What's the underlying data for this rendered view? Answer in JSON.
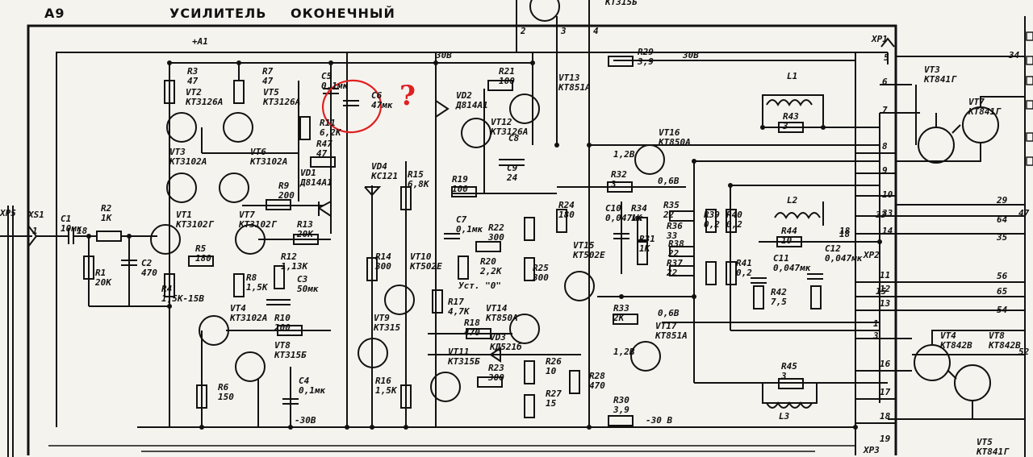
{
  "title": {
    "block": "А9",
    "name": "УСИЛИТЕЛЬ",
    "name2": "ОКОНЕЧНЫЙ",
    "ref": "+А1"
  },
  "connectors": {
    "xs1": "XS1",
    "xp1": "XP1",
    "xp2": "XP2",
    "xp3": "XP3",
    "xp5": "XP5"
  },
  "components": [
    {
      "id": "r3",
      "label": "R3",
      "value": "47"
    },
    {
      "id": "r7",
      "label": "R7",
      "value": "47"
    },
    {
      "id": "vt2",
      "label": "VT2",
      "value": "КТ3126А"
    },
    {
      "id": "vt5",
      "label": "VT5",
      "value": "КТ3126А"
    },
    {
      "id": "vt3",
      "label": "VT3",
      "value": "КТ3102А"
    },
    {
      "id": "vt6",
      "label": "VT6",
      "value": "КТ3102А"
    },
    {
      "id": "vt1",
      "label": "VT1",
      "value": "КТ3102Г"
    },
    {
      "id": "vt7",
      "label": "VT7",
      "value": "КТ3102Г"
    },
    {
      "id": "r9",
      "label": "R9",
      "value": "200"
    },
    {
      "id": "r13",
      "label": "R13",
      "value": "20К"
    },
    {
      "id": "r5",
      "label": "R5",
      "value": "180"
    },
    {
      "id": "r4",
      "label": "R4",
      "value": "1,5К-15В"
    },
    {
      "id": "r8",
      "label": "R8",
      "value": "1,5К"
    },
    {
      "id": "r12",
      "label": "R12",
      "value": "1,13К"
    },
    {
      "id": "c3",
      "label": "C3",
      "value": "50мк"
    },
    {
      "id": "c1",
      "label": "C1",
      "value": "10мк"
    },
    {
      "id": "r2",
      "label": "R2",
      "value": "1К"
    },
    {
      "id": "r1",
      "label": "R1",
      "value": "20К"
    },
    {
      "id": "c2",
      "label": "C2",
      "value": "470"
    },
    {
      "id": "vt4",
      "label": "VT4",
      "value": "КТ3102А"
    },
    {
      "id": "r10",
      "label": "R10",
      "value": "200"
    },
    {
      "id": "vt8",
      "label": "VT8",
      "value": "КТ315Б"
    },
    {
      "id": "r6",
      "label": "R6",
      "value": "150"
    },
    {
      "id": "c4",
      "label": "C4",
      "value": "0,1мк"
    },
    {
      "id": "c5",
      "label": "C5",
      "value": "0,1мк"
    },
    {
      "id": "c6",
      "label": "C6",
      "value": "47мк"
    },
    {
      "id": "r11",
      "label": "R11",
      "value": "6,2К"
    },
    {
      "id": "r47",
      "label": "R47",
      "value": "47"
    },
    {
      "id": "vd1",
      "label": "VD1",
      "value": "Д814А1"
    },
    {
      "id": "vd4",
      "label": "VD4",
      "value": "КС121"
    },
    {
      "id": "r15",
      "label": "R15",
      "value": "6,8К"
    },
    {
      "id": "vd2",
      "label": "VD2",
      "value": "Д814А1"
    },
    {
      "id": "r21",
      "label": "R21",
      "value": "100"
    },
    {
      "id": "vt12",
      "label": "VT12",
      "value": "КТ3126А"
    },
    {
      "id": "vt13",
      "label": "VT13",
      "value": "КТ851А"
    },
    {
      "id": "c8",
      "label": "C8",
      "value": ""
    },
    {
      "id": "c9",
      "label": "C9",
      "value": "24"
    },
    {
      "id": "r19",
      "label": "R19",
      "value": "100"
    },
    {
      "id": "r14",
      "label": "R14",
      "value": "300"
    },
    {
      "id": "vt10",
      "label": "VT10",
      "value": "КТ502Е"
    },
    {
      "id": "c7",
      "label": "C7",
      "value": "0,1мк"
    },
    {
      "id": "r22",
      "label": "R22",
      "value": "300"
    },
    {
      "id": "r20",
      "label": "R20",
      "value": "2,2К"
    },
    {
      "id": "r25",
      "label": "R25",
      "value": "300"
    },
    {
      "id": "r24",
      "label": "R24",
      "value": "180"
    },
    {
      "id": "r17",
      "label": "R17",
      "value": "4,7К"
    },
    {
      "id": "vt14",
      "label": "VT14",
      "value": "КТ850А"
    },
    {
      "id": "vt9",
      "label": "VT9",
      "value": "КТ315"
    },
    {
      "id": "r18",
      "label": "R18",
      "value": "470"
    },
    {
      "id": "vd3",
      "label": "VD3",
      "value": "КД521б"
    },
    {
      "id": "vt11",
      "label": "VT11",
      "value": "КТ315Б"
    },
    {
      "id": "r23",
      "label": "R23",
      "value": "300"
    },
    {
      "id": "r16",
      "label": "R16",
      "value": "1,5К"
    },
    {
      "id": "r26",
      "label": "R26",
      "value": "10"
    },
    {
      "id": "r27",
      "label": "R27",
      "value": "15"
    },
    {
      "id": "r28",
      "label": "R28",
      "value": "470"
    },
    {
      "id": "r29",
      "label": "R29",
      "value": "3,9"
    },
    {
      "id": "r30",
      "label": "R30",
      "value": "3,9"
    },
    {
      "id": "vt16",
      "label": "VT16",
      "value": "КТ850А"
    },
    {
      "id": "r32",
      "label": "R32",
      "value": "3"
    },
    {
      "id": "c10",
      "label": "C10",
      "value": "0,047мк"
    },
    {
      "id": "r35",
      "label": "R35",
      "value": "22"
    },
    {
      "id": "r36",
      "label": "R36",
      "value": "33"
    },
    {
      "id": "r38",
      "label": "R38",
      "value": "22"
    },
    {
      "id": "r37",
      "label": "R37",
      "value": "22"
    },
    {
      "id": "r34",
      "label": "R34",
      "value": "1К"
    },
    {
      "id": "r31",
      "label": "R31",
      "value": "1К"
    },
    {
      "id": "vt15",
      "label": "VT15",
      "value": "КТ502Е"
    },
    {
      "id": "r33",
      "label": "R33",
      "value": "2К"
    },
    {
      "id": "vt17",
      "label": "VT17",
      "value": "КТ851А"
    },
    {
      "id": "r39",
      "label": "R39",
      "value": "0,2"
    },
    {
      "id": "r40",
      "label": "R40",
      "value": "0,2"
    },
    {
      "id": "r41",
      "label": "R41",
      "value": "0,2"
    },
    {
      "id": "r43",
      "label": "R43",
      "value": "3"
    },
    {
      "id": "l1",
      "label": "L1",
      "value": ""
    },
    {
      "id": "l2",
      "label": "L2",
      "value": ""
    },
    {
      "id": "r44",
      "label": "R44",
      "value": "10"
    },
    {
      "id": "c11",
      "label": "C11",
      "value": "0,047мк"
    },
    {
      "id": "c12",
      "label": "C12",
      "value": "0,047мк"
    },
    {
      "id": "r42",
      "label": "R42",
      "value": "7,5"
    },
    {
      "id": "r45",
      "label": "R45",
      "value": "3"
    },
    {
      "id": "l3",
      "label": "L3",
      "value": ""
    },
    {
      "id": "vt3r",
      "label": "VT3",
      "value": "КТ841Г"
    },
    {
      "id": "vt7r",
      "label": "VT7",
      "value": "КТ841Г"
    },
    {
      "id": "vt4r",
      "label": "VT4",
      "value": "КТ842В"
    },
    {
      "id": "vt8r",
      "label": "VT8",
      "value": "КТ842В"
    },
    {
      "id": "vt5r",
      "label": "VT5",
      "value": "КТ841Г"
    }
  ],
  "rails": {
    "pos": "30В",
    "neg": "-30В",
    "neg2": "-30 В",
    "v12": "1,2В",
    "v06": "0,6В",
    "v12b": "1,2В",
    "v06b": "0,6В",
    "ust": "Уст. \"0\""
  },
  "pins": [
    "1",
    "2",
    "3",
    "4",
    "5",
    "6",
    "7",
    "8",
    "9",
    "10",
    "11",
    "12",
    "13",
    "14",
    "15",
    "16",
    "17",
    "18",
    "19",
    "33",
    "18"
  ],
  "right_nums": [
    "34",
    "29",
    "64",
    "47",
    "35",
    "56",
    "65",
    "54",
    "52"
  ],
  "annotation": {
    "mark": "?"
  }
}
